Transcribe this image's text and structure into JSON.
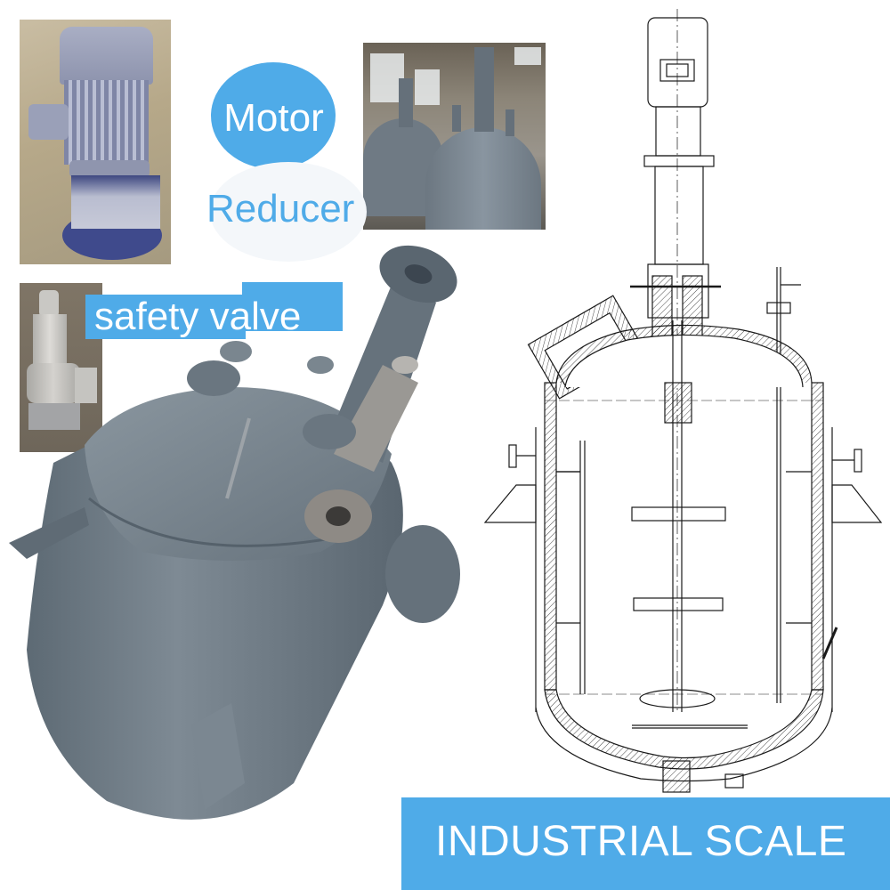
{
  "labels": {
    "motor": "Motor",
    "reducer": "Reducer",
    "safety_valve": "safety valve",
    "banner": "INDUSTRIAL SCALE"
  },
  "colors": {
    "accent_blue": "#4fabe8",
    "reducer_bg": "#f4f7fa",
    "vessel_gray": "#6e7b86",
    "background": "#ffffff"
  },
  "images": {
    "motor_photo": "motor-reducer-photo",
    "factory_photo": "factory-reactors-photo",
    "valve_photo": "safety-valve-photo",
    "reactor_photo": "reactor-vessel-photo",
    "drawing": "reactor-cross-section-drawing"
  }
}
